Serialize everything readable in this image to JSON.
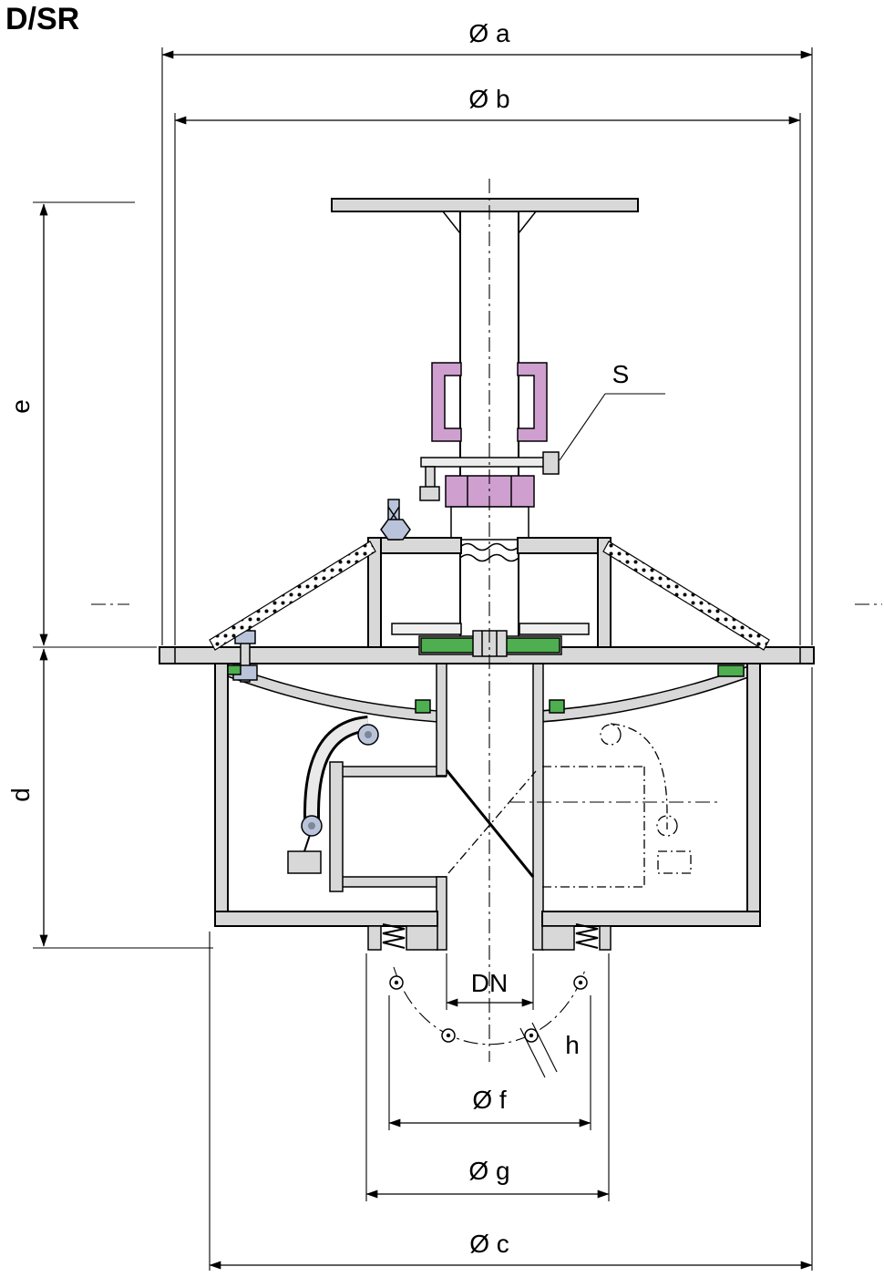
{
  "title": "D/SR",
  "labels": {
    "dia_a": "Ø a",
    "dia_b": "Ø b",
    "dia_c": "Ø c",
    "dia_f": "Ø f",
    "dia_g": "Ø g",
    "dim_e": "e",
    "dim_d": "d",
    "dim_dn": "DN",
    "dim_h": "h",
    "part_s": "S"
  },
  "colors": {
    "line": "#000000",
    "metal_light": "#d8d8d8",
    "seal_purple": "#cf9fd0",
    "gasket_green": "#4fae4f",
    "bolt_blue": "#b9c4da",
    "background": "#ffffff"
  }
}
